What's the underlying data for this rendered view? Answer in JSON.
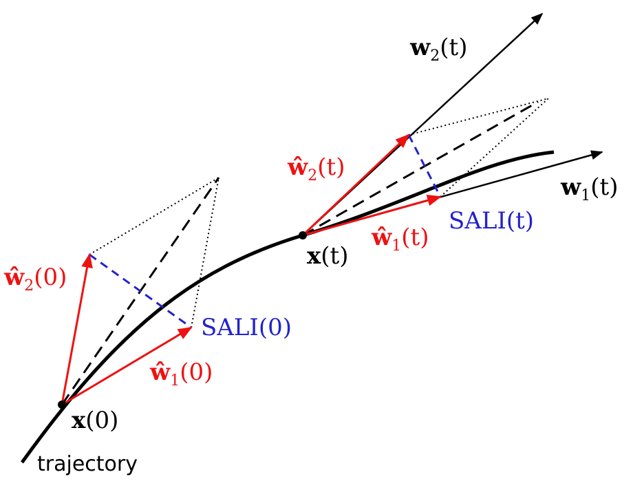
{
  "labels": {
    "trajectory": "trajectory",
    "x0": {
      "sym": "x",
      "arg": "(0)"
    },
    "xt": {
      "sym": "x",
      "arg": "(t)"
    },
    "w1t": {
      "sym": "w",
      "sub": "1",
      "arg": "(t)"
    },
    "w2t": {
      "sym": "w",
      "sub": "2",
      "arg": "(t)"
    },
    "w1hat0": {
      "sym": "ŵ",
      "sub": "1",
      "arg": "(0)"
    },
    "w2hat0": {
      "sym": "ŵ",
      "sub": "2",
      "arg": "(0)"
    },
    "w1hatt": {
      "sym": "ŵ",
      "sub": "1",
      "arg": "(t)"
    },
    "w2hatt": {
      "sym": "ŵ",
      "sub": "2",
      "arg": "(t)"
    },
    "sali0": "SALI(0)",
    "salit": "SALI(t)"
  },
  "colors": {
    "trajectory": "#000000",
    "deviation_vectors": "#ee1111",
    "sali": "#2222cc",
    "guides": "#000000"
  }
}
